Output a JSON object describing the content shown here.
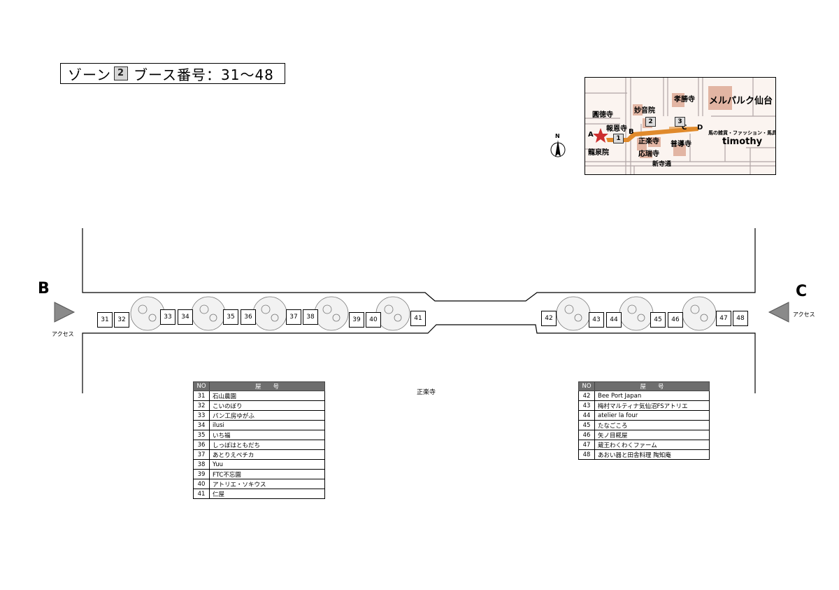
{
  "title": {
    "prefix": "ゾーン",
    "zone_number": "2",
    "suffix": "ブース番号：31〜48"
  },
  "minimap": {
    "labels": {
      "kosho": "孝勝寺",
      "melparque": "メルパルク仙台",
      "myoon": "妙音院",
      "entoku": "圓徳寺",
      "hoon": "報恩寺",
      "shorakuji": "正楽寺",
      "fudo": "普導寺",
      "ryusen": "龍泉院",
      "ozui": "応瑞寺",
      "shinteradori": "新寺通",
      "shop_desc": "馬の雑貨・ファッション・馬具",
      "timothy": "timothy"
    },
    "points": [
      "A",
      "B",
      "C",
      "D"
    ],
    "zones": [
      "1",
      "2",
      "3"
    ],
    "north": "N",
    "colors": {
      "block": "#e2b5a3",
      "path": "#e08a2c",
      "star": "#cc2e2e",
      "street": "#b0a5a5"
    }
  },
  "street": {
    "entry_left": "B",
    "entry_right": "C",
    "access": "アクセス",
    "temple": "正楽寺",
    "booths_left": [
      "31",
      "32",
      "33",
      "34",
      "35",
      "36",
      "37",
      "38",
      "39",
      "40",
      "41"
    ],
    "booths_right": [
      "42",
      "43",
      "44",
      "45",
      "46",
      "47",
      "48"
    ]
  },
  "table_left": {
    "header_no": "NO",
    "header_name": "屋　　号",
    "rows": [
      {
        "no": "31",
        "name": "石山農園"
      },
      {
        "no": "32",
        "name": "こいのぼり"
      },
      {
        "no": "33",
        "name": "パン工房ゆがふ"
      },
      {
        "no": "34",
        "name": "ilusi"
      },
      {
        "no": "35",
        "name": "いち福"
      },
      {
        "no": "36",
        "name": "しっぽはともだち"
      },
      {
        "no": "37",
        "name": "あとりえペチカ"
      },
      {
        "no": "38",
        "name": "Yuu"
      },
      {
        "no": "39",
        "name": "FTC不忘園"
      },
      {
        "no": "40",
        "name": "アトリエ・ソキウス"
      },
      {
        "no": "41",
        "name": "仁屋"
      }
    ]
  },
  "table_right": {
    "header_no": "NO",
    "header_name": "屋　　号",
    "rows": [
      {
        "no": "42",
        "name": "Bee Port Japan"
      },
      {
        "no": "43",
        "name": "梅村マルティナ気仙沼FSアトリエ"
      },
      {
        "no": "44",
        "name": "atelier la four"
      },
      {
        "no": "45",
        "name": "たなごころ"
      },
      {
        "no": "46",
        "name": "矢ノ目糀屋"
      },
      {
        "no": "47",
        "name": "蔵王わくわくファーム"
      },
      {
        "no": "48",
        "name": "あおい器と田舎料理 陶知庵"
      }
    ]
  }
}
